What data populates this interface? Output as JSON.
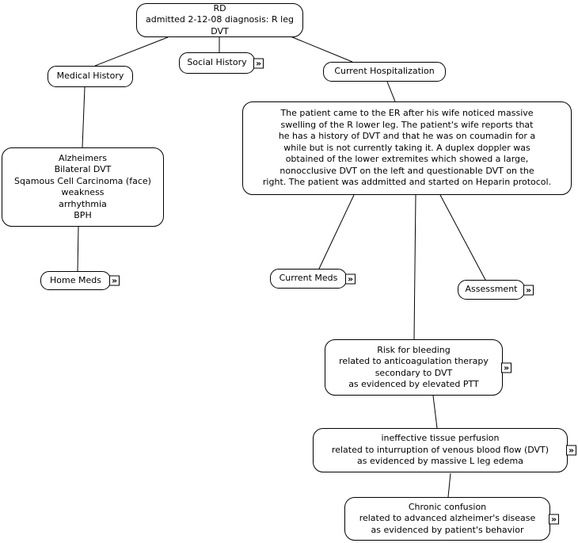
{
  "colors": {
    "background": "#ffffff",
    "node_background": "#ffffff",
    "node_border": "#000000",
    "text": "#000000",
    "connector_line": "#000000"
  },
  "icons": {
    "expand": "»"
  },
  "nodes": {
    "root": {
      "title": "RD",
      "subtitle": "admitted 2-12-08 diagnosis: R leg DVT"
    },
    "medical_history": {
      "label": "Medical History"
    },
    "social_history": {
      "label": "Social History"
    },
    "current_hospitalization": {
      "label": "Current Hospitalization"
    },
    "hospitalization_note": {
      "text": "The patient came to the ER after his wife noticed massive\nswelling of the R lower leg. The patient's wife reports that\nhe has a history of DVT  and that he was on coumadin for a\nwhile but is not currently taking it. A duplex doppler was\nobtained of the lower extremites which showed a large,\nnonocclusive DVT on the left and questionable DVT on the\nright. The patient was addmitted and started on Heparin protocol."
    },
    "medical_history_list": {
      "text": "Alzheimers\nBilateral DVT\nSqamous Cell Carcinoma (face)\nweakness\narrhythmia\nBPH"
    },
    "home_meds": {
      "label": "Home Meds"
    },
    "current_meds": {
      "label": "Current Meds"
    },
    "assessment": {
      "label": "Assessment"
    },
    "risk_for_bleeding": {
      "text": "Risk for bleeding\nrelated to anticoagulation therapy\nsecondary to DVT\nas evidenced by elevated PTT"
    },
    "ineffective_tissue_perfusion": {
      "text": "ineffective tissue perfusion\nrelated to inturruption of venous blood flow (DVT)\nas evidenced by massive L leg edema"
    },
    "chronic_confusion": {
      "text": "Chronic confusion\nrelated to advanced alzheimer's disease\nas evidenced by patient's behavior"
    }
  }
}
